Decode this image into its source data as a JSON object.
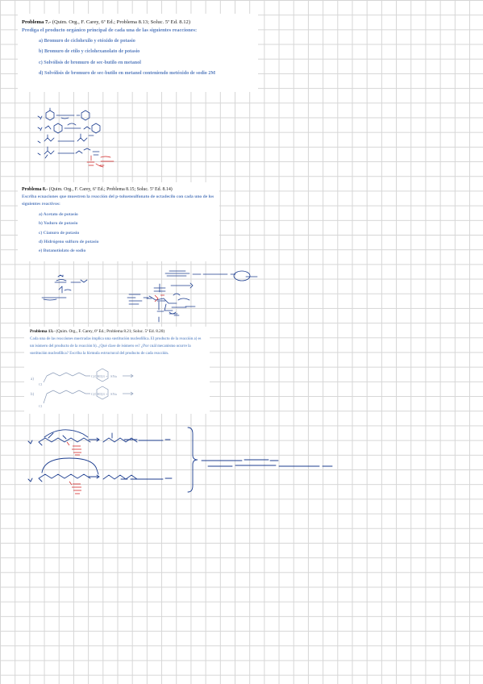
{
  "problem7": {
    "title": "Problema 7.-",
    "source": " (Quim. Org., F. Carey, 6ª Ed.; Problema 8.13; Soluc. 5ª Ed. 8.12)",
    "statement": "Prediga el producto orgánico principal de cada una de las siguientes reacciones:",
    "items": [
      "a) Bromuro de ciclohexilo y etóxido de potasio",
      "b) Bromuro de etilo y ciclohexanolato de potasio",
      "c) Solvólisis de bromuro de sec-butilo en metanol",
      "d) Solvólisis de bromuro de sec-butilo en metanol conteniendo metóxido de sodio 2M"
    ]
  },
  "problem8": {
    "title": "Problema 8.-",
    "source": " (Quim. Org., F. Carey, 6ª Ed.; Problema 8.15; Soluc. 5ª Ed. 8.14)",
    "statement": "Escriba ecuaciones que muestren la reacción del p-toluensulfonato de octadecilo con cada uno de los siguientes reactivos:",
    "items": [
      "a) Acetato de potasio",
      "b) Yoduro de potasio",
      "c) Cianuro de potasio",
      "d) Hidrógeno sulfuro de potasio",
      "e) Butanotiolato de sodio"
    ]
  },
  "problem13": {
    "title": "Problema 13.-",
    "source": " (Quim. Org., F. Carey, 6ª Ed.; Problema 8.21; Soluc. 5ª Ed. 8.20)",
    "statement": "Cada una de las reacciones mostradas implica una sustitución nucleofílica. El producto de la reacción a) es un isómero del producto de la reacción b). ¿Qué clase de isómero es? ¿Por cuál mecanismo ocurre la sustitución nucleofílica? Escriba la fórmula estructural del producto de cada reacción.",
    "reaction_a_label": "a)",
    "reaction_b_label": "b)",
    "reagent_a": "C(CH3)3 +",
    "reagent_b": "C(CH3)3 +",
    "nucleophile": "SNa",
    "leaving_group": "Cl"
  },
  "colors": {
    "prompt_blue": "#5a7fbf",
    "ink_blue": "#1c3d8f",
    "ink_red": "#d11f1f",
    "grid_line": "#d6d6d6"
  }
}
